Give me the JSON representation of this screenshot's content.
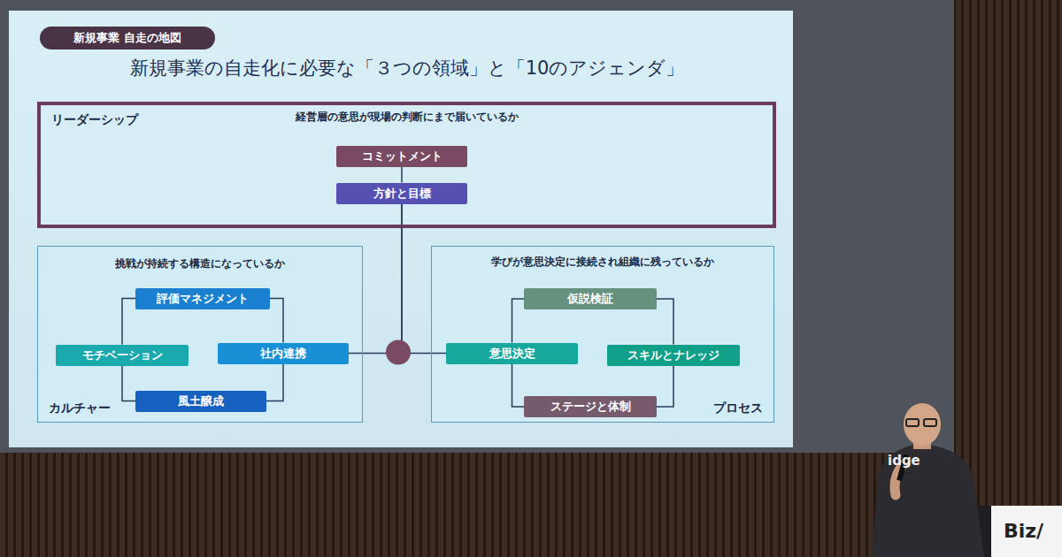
{
  "diagram": {
    "title": "新規事業の自走化に必要な「３つの領域」と「10のアジェンダ」",
    "nodes": [
      {
        "text": [
          "新規事業 自走の地図"
        ]
      },
      {
        "text": [
          "リーダーシップ",
          "経営層の意思が現場の判断にまで届いているか"
        ]
      },
      {
        "text": [
          "コミットメント"
        ],
        "in": 1
      },
      {
        "text": [
          "方針と目標"
        ],
        "in": 1
      },
      {
        "text": [
          "挑戦が持続する構造になっているか",
          "カルチャー"
        ]
      },
      {
        "text": [
          "評価マネジメント"
        ],
        "in": 4
      },
      {
        "text": [
          "モチベーション"
        ],
        "in": 4
      },
      {
        "text": [
          "社内連携"
        ],
        "in": 4
      },
      {
        "text": [
          "風土醸成"
        ],
        "in": 4
      },
      {
        "text": [
          "学びが意思決定に接続され組織に残っているか",
          "プロセス"
        ]
      },
      {
        "text": [
          "仮説検証"
        ],
        "in": 9
      },
      {
        "text": [
          "意思決定"
        ],
        "in": 9
      },
      {
        "text": [
          "スキルとナレッジ"
        ],
        "in": 9
      },
      {
        "text": [
          "ステージと体制"
        ],
        "in": 9
      }
    ],
    "edges": [
      {
        "from": 2,
        "to": 3,
        "arrow": "none"
      },
      {
        "from": 3,
        "to": 7,
        "arrow": "none"
      },
      {
        "from": 3,
        "to": 11,
        "arrow": "none"
      },
      {
        "from": 5,
        "to": 6,
        "arrow": "none"
      },
      {
        "from": 6,
        "to": 8,
        "arrow": "none"
      },
      {
        "from": 8,
        "to": 7,
        "arrow": "none"
      },
      {
        "from": 7,
        "to": 5,
        "arrow": "none"
      },
      {
        "from": 10,
        "to": 11,
        "arrow": "none"
      },
      {
        "from": 11,
        "to": 13,
        "arrow": "none"
      },
      {
        "from": 13,
        "to": 12,
        "arrow": "none"
      },
      {
        "from": 12,
        "to": 10,
        "arrow": "none"
      }
    ],
    "labels": [
      "idge",
      "Biz/"
    ]
  }
}
